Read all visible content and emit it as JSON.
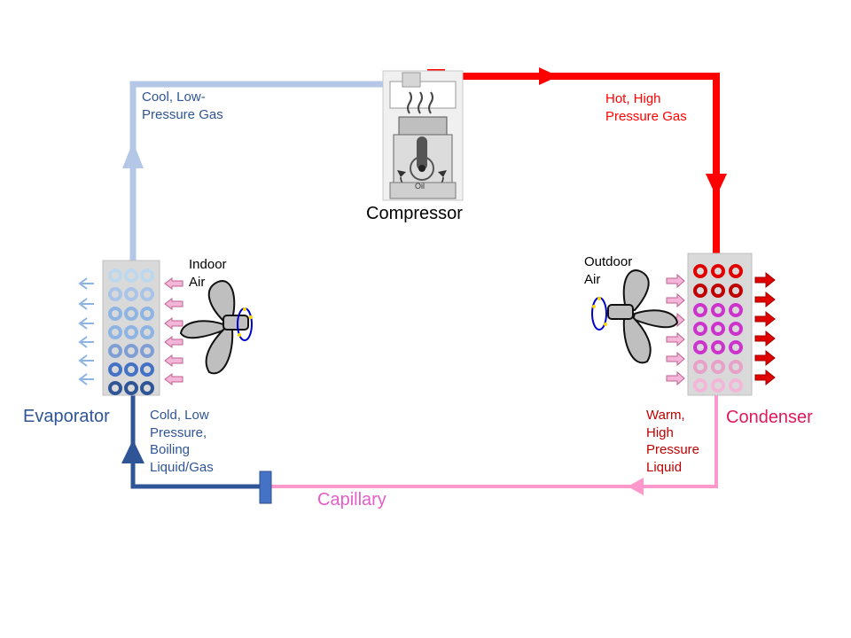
{
  "labels": {
    "compressor": "Compressor",
    "evaporator": "Evaporator",
    "condenser": "Condenser",
    "capillary": "Capillary",
    "cool_gas": [
      "Cool, Low-",
      "Pressure Gas"
    ],
    "hot_gas": [
      "Hot, High",
      "Pressure Gas"
    ],
    "cold_liquid": [
      "Cold, Low",
      "Pressure,",
      "Boiling",
      "Liquid/Gas"
    ],
    "warm_liquid": [
      "Warm,",
      "High",
      "Pressure",
      "Liquid"
    ],
    "indoor_air": [
      "Indoor",
      "Air"
    ],
    "outdoor_air": [
      "Outdoor",
      "Air"
    ],
    "oil": "Oil"
  },
  "colors": {
    "cool_gas_pipe": "#b4c7e7",
    "hot_gas_pipe": "#ff0000",
    "warm_liquid_pipe": "#ff99cc",
    "cold_liquid_pipe": "#2f5597",
    "capillary_block": "#4472c4",
    "text_blue": "#2f5597",
    "text_red": "#ff0000",
    "text_darkred": "#c00000",
    "text_condenser": "#e0185c",
    "text_capillary": "#e45dc8",
    "text_black": "#000000"
  }
}
